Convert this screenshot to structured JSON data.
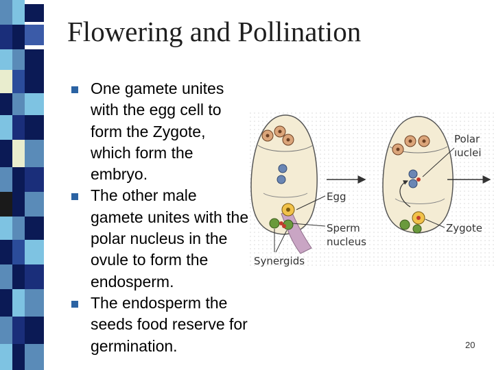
{
  "slide": {
    "title": "Flowering and Pollination",
    "bullets": [
      "One gamete unites with the egg cell to form the Zygote, which form the embryo.",
      "The other male gamete unites with the polar nucleus in the ovule to form the endosperm.",
      "The endosperm the seeds food reserve for germination."
    ],
    "slide_number": "20"
  },
  "diagram": {
    "labels": {
      "egg": "Egg",
      "sperm_line1": "Sperm",
      "sperm_line2": "nucleus",
      "synergids": "Synergids",
      "polar_line1": "Polar",
      "polar_line2": "ıuclei",
      "zygote": "Zygote"
    }
  },
  "colors": {
    "bullet": "#2b63a3",
    "ovule_fill": "#f4ecd4",
    "cell_fill": "#dba57a",
    "nucleus_blue": "#6a86b4",
    "synergid_green": "#6a9a3c",
    "pollen_tube": "#c9a5c4"
  }
}
